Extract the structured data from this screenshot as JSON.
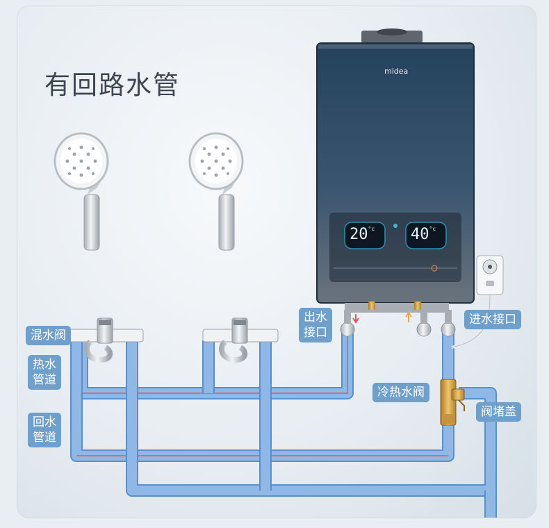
{
  "title": "有回路水管",
  "brand": "midea",
  "display": {
    "left_temp": "20",
    "right_temp": "40",
    "unit": "°c"
  },
  "labels": {
    "mixing_valve": "混水阀",
    "hot_pipe_1": "热水",
    "hot_pipe_2": "管道",
    "return_pipe_1": "回水",
    "return_pipe_2": "管道",
    "outlet_1": "出水",
    "outlet_2": "接口",
    "inlet": "进水接口",
    "cold_hot_valve": "冷热水阀",
    "valve_cap": "阀堵盖"
  },
  "colors": {
    "pipe_blue": "#8fb8e6",
    "pipe_edge": "#5b8fcc",
    "hot_line": "#e0555c",
    "label_bg": "#6f9fcb",
    "heater_top": "#2b4a66",
    "heater_bottom": "#5e6a76"
  }
}
